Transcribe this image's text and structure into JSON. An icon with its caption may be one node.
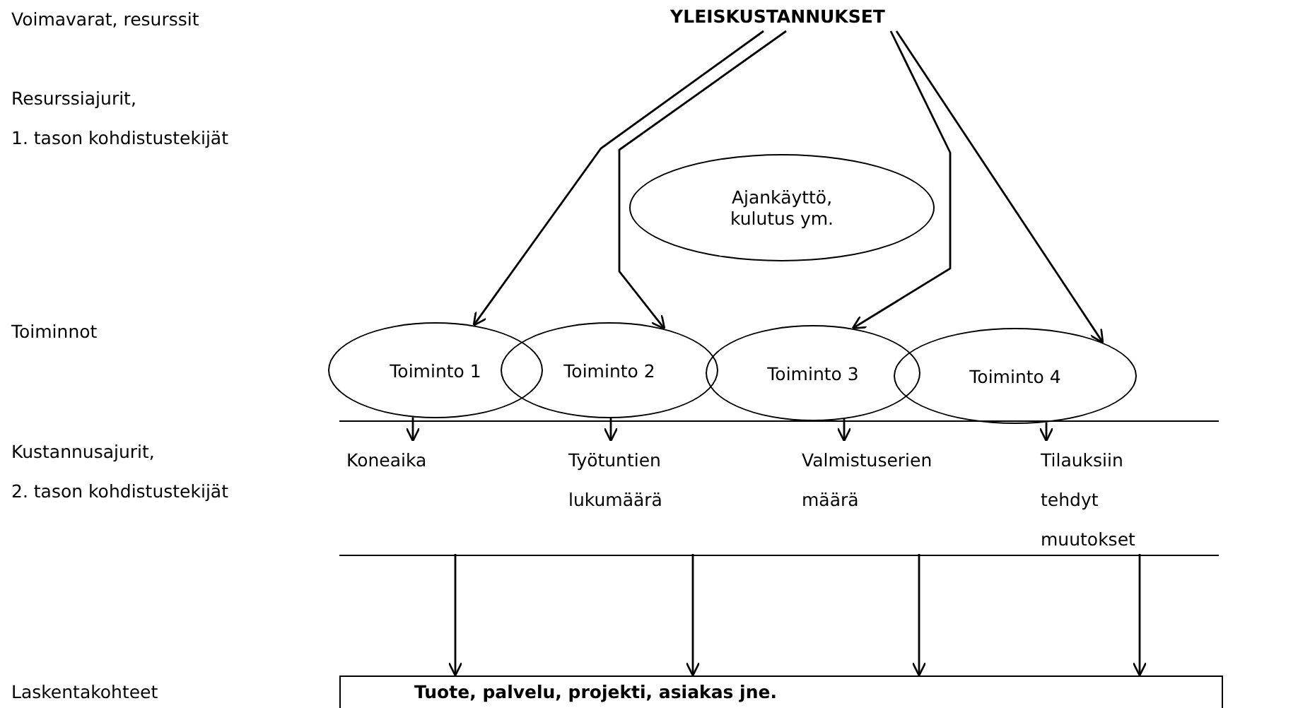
{
  "diagram": {
    "nodes": [
      {
        "text": [
          "YLEISKUSTANNUKSET"
        ]
      },
      {
        "text": [
          "Ajankäyttö, kulutus ym."
        ]
      },
      {
        "text": [
          "Toiminto 1"
        ]
      },
      {
        "text": [
          "Toiminto 2"
        ]
      },
      {
        "text": [
          "Toiminto 3"
        ]
      },
      {
        "text": [
          "Toiminto 4"
        ]
      },
      {
        "text": [
          "Koneaika"
        ]
      },
      {
        "text": [
          "Työtuntien lukumäärä"
        ]
      },
      {
        "text": [
          "Valmistuserien määrä"
        ]
      },
      {
        "text": [
          "Tilauksiin tehdyt muutokset"
        ]
      },
      {
        "text": [
          "Tuote, palvelu, projekti, asiakas jne."
        ]
      }
    ],
    "edges": [
      {
        "from": 0,
        "to": 2,
        "arrow": "to"
      },
      {
        "from": 0,
        "to": 3,
        "arrow": "to"
      },
      {
        "from": 0,
        "to": 4,
        "arrow": "to"
      },
      {
        "from": 0,
        "to": 5,
        "arrow": "to"
      },
      {
        "from": 2,
        "to": 6,
        "arrow": "to"
      },
      {
        "from": 3,
        "to": 7,
        "arrow": "to"
      },
      {
        "from": 4,
        "to": 8,
        "arrow": "to"
      },
      {
        "from": 5,
        "to": 9,
        "arrow": "to"
      },
      {
        "from": 6,
        "to": 10,
        "arrow": "to"
      },
      {
        "from": 7,
        "to": 10,
        "arrow": "to"
      },
      {
        "from": 8,
        "to": 10,
        "arrow": "to"
      },
      {
        "from": 9,
        "to": 10,
        "arrow": "to"
      }
    ],
    "labels": [
      "Voimavarat, resurssit",
      "Resurssiajurit, 1. tason kohdistustekijät",
      "Toiminnot",
      "Kustannusajurit, 2. tason kohdistustekijät",
      "Laskentakohteet"
    ]
  }
}
